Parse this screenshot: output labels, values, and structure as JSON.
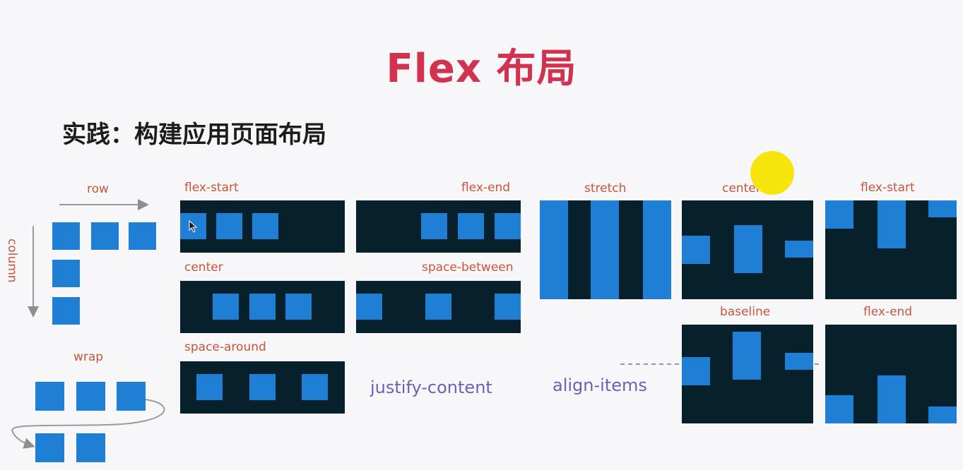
{
  "slide": {
    "title": "Flex 布局",
    "subtitle": "实践：构建应用页面布局"
  },
  "direction": {
    "row_label": "row",
    "column_label": "column",
    "wrap_label": "wrap"
  },
  "justify": {
    "group_label": "justify-content",
    "panels": [
      "flex-start",
      "flex-end",
      "center",
      "space-between",
      "space-around"
    ]
  },
  "align": {
    "group_label": "align-items",
    "panels": [
      "stretch",
      "center",
      "flex-start",
      "baseline",
      "flex-end"
    ]
  },
  "colors": {
    "title": "#d0324f",
    "label": "#c8553a",
    "group_label": "#6b62b8",
    "panel_bg": "#06202c",
    "item": "#1e7fd4",
    "pointer_highlight": "#f5e400"
  }
}
